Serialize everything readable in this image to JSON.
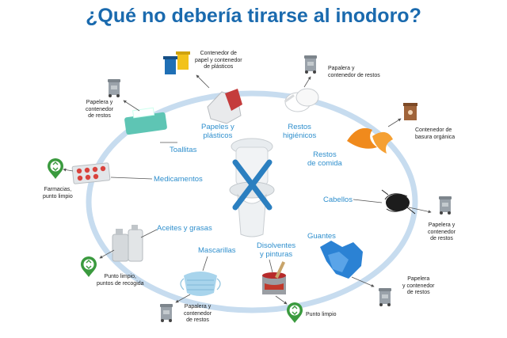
{
  "title": "¿Qué no debería tirarse al inodoro?",
  "center": {
    "icon": "toilet-crossed-out-icon"
  },
  "colors": {
    "title": "#1a6aae",
    "item_label": "#2f8fcd",
    "ring": "#c7dcef",
    "cross": "#2b7fc0",
    "recycle_marker": "#3a9a3e",
    "grey_bin": "#9aa2aa",
    "brown_bin": "#a0643a"
  },
  "items": [
    {
      "key": "toallitas",
      "label": "Toallitas",
      "icon": "wet-wipes-icon",
      "destination": "Papelera y\ncontenedor\nde restos",
      "destination_icon": "grey-bin-icon"
    },
    {
      "key": "papeles",
      "label": "Papeles y\nplásticos",
      "icon": "paper-plastics-icon",
      "destination": "Contenedor de\npapel y contenedor\nde plásticos",
      "destination_icon": "blue-yellow-bins-icon"
    },
    {
      "key": "higienicos",
      "label": "Restos\nhigiénicos",
      "icon": "cotton-pads-icon",
      "destination": "Papalera y\ncontenedor de restos",
      "destination_icon": "grey-bin-icon"
    },
    {
      "key": "comida",
      "label": "Restos\nde comida",
      "icon": "orange-peel-icon",
      "destination": "Contenedor de\nbasura orgánica",
      "destination_icon": "brown-bin-icon"
    },
    {
      "key": "cabellos",
      "label": "Cabellos",
      "icon": "hair-clump-icon",
      "destination": "Papelera y\ncontenedor\nde restos",
      "destination_icon": "grey-bin-icon"
    },
    {
      "key": "guantes",
      "label": "Guantes",
      "icon": "gloves-icon",
      "destination": "Papelera\ny contenedor\nde restos",
      "destination_icon": "grey-bin-icon"
    },
    {
      "key": "disolventes",
      "label": "Disolventes\ny pinturas",
      "icon": "paint-can-icon",
      "destination": "Punto limpio",
      "destination_icon": "recycle-marker-icon"
    },
    {
      "key": "mascarillas",
      "label": "Mascarillas",
      "icon": "face-mask-icon",
      "destination": "Papalera y\ncontenedor\nde restos",
      "destination_icon": "grey-bin-icon"
    },
    {
      "key": "aceites",
      "label": "Aceites y grasas",
      "icon": "oil-bottles-icon",
      "destination": "Punto limpio,\npuntos de recogida",
      "destination_icon": "recycle-marker-icon"
    },
    {
      "key": "medicamentos",
      "label": "Medicamentos",
      "icon": "pill-blister-icon",
      "destination": "Farmacias,\npunto limpio",
      "destination_icon": "recycle-marker-icon"
    }
  ]
}
